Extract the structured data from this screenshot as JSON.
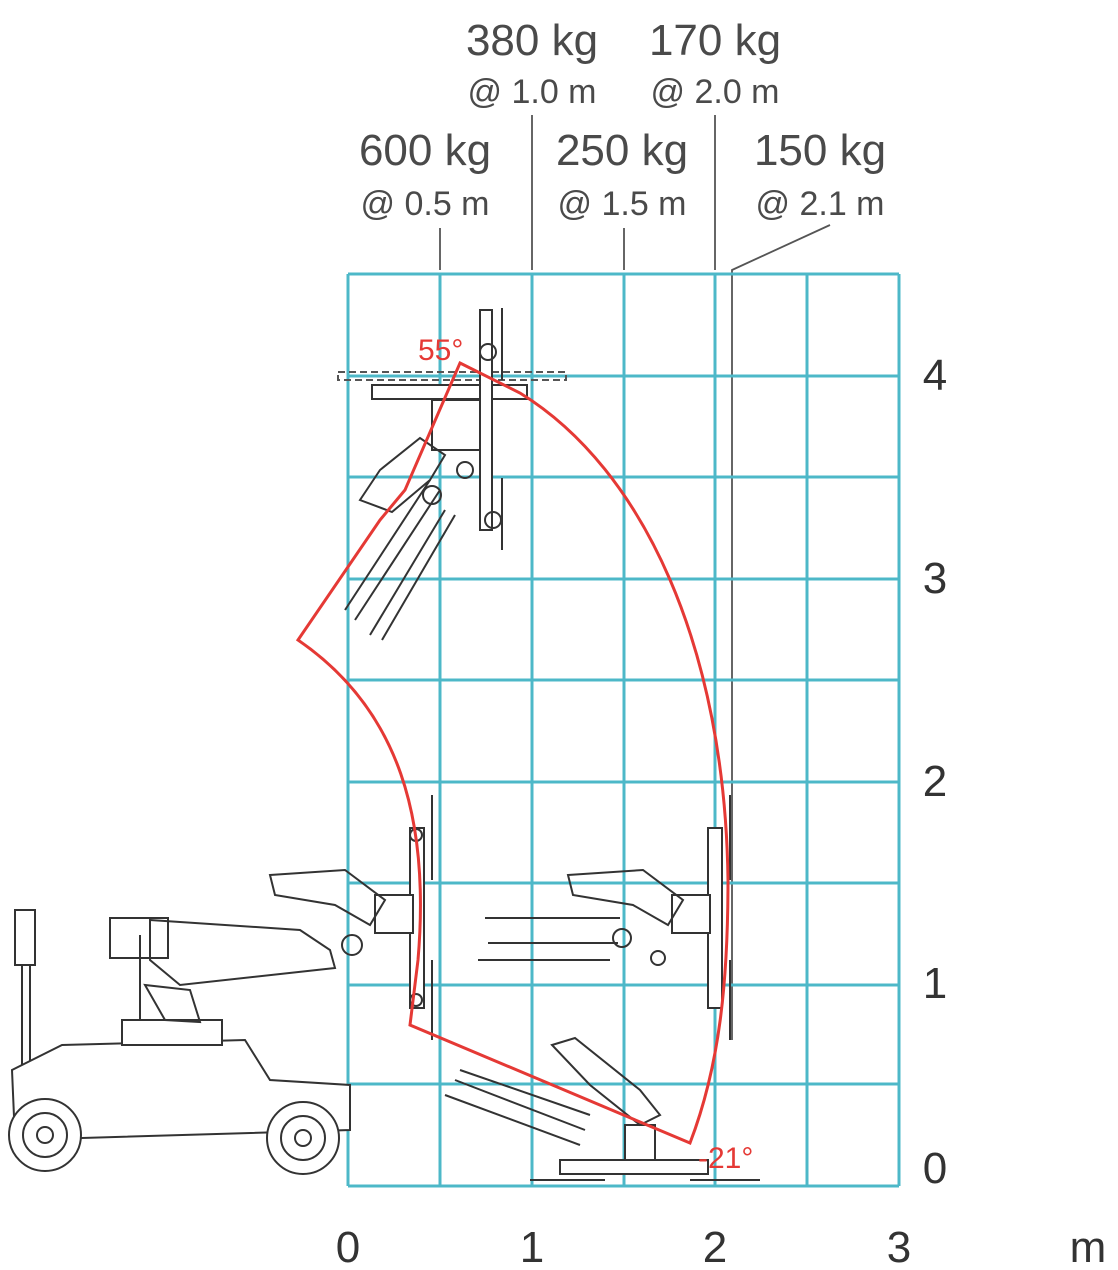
{
  "load_labels": [
    {
      "load": "380 kg",
      "reach": "@ 1.0 m"
    },
    {
      "load": "170 kg",
      "reach": "@ 2.0 m"
    },
    {
      "load": "600 kg",
      "reach": "@ 0.5 m"
    },
    {
      "load": "250 kg",
      "reach": "@ 1.5 m"
    },
    {
      "load": "150 kg",
      "reach": "@ 2.1 m"
    }
  ],
  "angles": {
    "max": "55°",
    "min": "-21°"
  },
  "x_ticks": [
    "0",
    "1",
    "2",
    "3"
  ],
  "x_unit": "m",
  "y_ticks": [
    "0",
    "1",
    "2",
    "3",
    "4"
  ],
  "colors": {
    "grid": "#4db8c8",
    "envelope": "#e53935",
    "machine": "#333333",
    "text": "#4a4a4a"
  }
}
